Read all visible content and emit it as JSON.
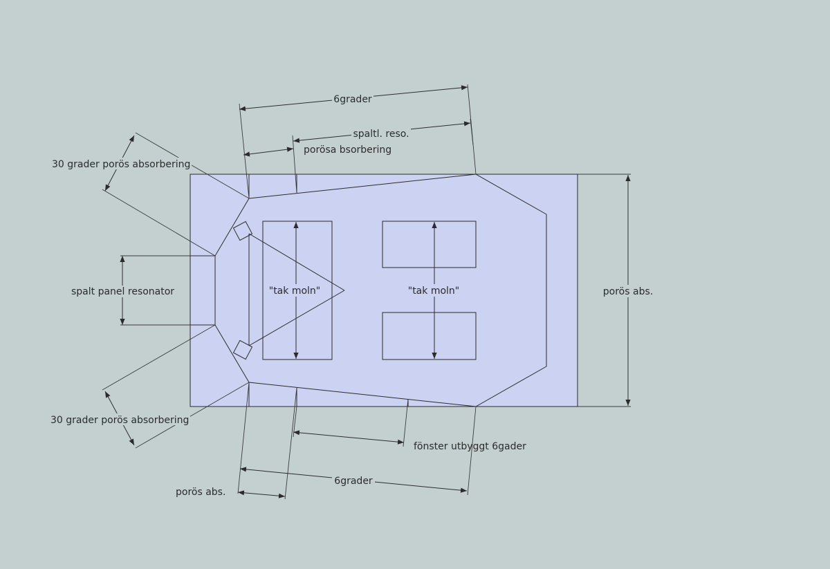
{
  "colors": {
    "background": "#c4d0d0",
    "floor": "#ccd2f2",
    "line": "#2b2b2b"
  },
  "labels": {
    "top_6grader": "6grader",
    "spaltl_reso": "spaltl. reso.",
    "porosa_bsorbering": "porösa bsorbering",
    "grader30_top": "30 grader porös absorbering",
    "spalt_panel_resonator": "spalt panel resonator",
    "grader30_bottom": "30 grader porös absorbering",
    "tak_moln_left": "\"tak moln\"",
    "tak_moln_right": "\"tak moln\"",
    "poros_abs_right": "porös abs.",
    "fonster": "fönster utbyggt 6gader",
    "bottom_6grader": "6grader",
    "poros_abs_bottom": "porös abs."
  }
}
